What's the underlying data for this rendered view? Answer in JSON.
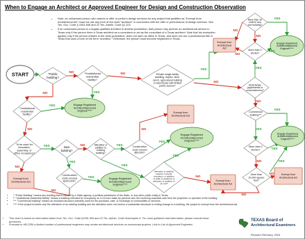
{
  "title": "When to Engage an Architect or Approved Engineer for Design and Construction Observation",
  "colors": {
    "box_fill": "#ffffff",
    "box_stroke": "#7a7a7a",
    "yes_fill": "#c8e6b8",
    "yes_stroke": "#3f7f2a",
    "no_fill": "#f6d3c9",
    "no_stroke": "#b23a1f",
    "yes_arrow": "#2e9e3a",
    "no_arrow": "#cc2a1a",
    "text": "#111111"
  },
  "notes": [
    "Note: an unlicensed person who wishes to offer or perform design services for any project that qualifies as \"Exempt from Architectural Act\" must not use any form of the word \"architect\" in connection with the offer or performance of design services. See Tex. Occ. Code § 1051.606 and 22 Tex. Admin. Code §1.123.",
    "If an unlicensed person is a legally qualified architect in another jurisdiction, that person may perform an architectural service in Texas only if the person hires a Texas architect as a consultant or act as the consultant of a Texas architect. Note that his exemption applies only if the person resides in the other jurisdiction, does not open an office in Texas, and does not use a professional title in Texas that uses a form of the term \"architect.\" Otherwise, the person must become registered in Texas."
  ],
  "labels": {
    "yes": "YES",
    "no": "NO"
  },
  "nodes": {
    "start": "START",
    "public": "*Public building?",
    "inst_top": "**Institutional residential facility?",
    "private": "Private single-family dwelling, duplex, farm, ranch, agricultural building or warehouse with limited public access?",
    "exempt_top": "Exempt from Architectural Act",
    "more16": "More than 16 units in any one building?",
    "more2a": "More than 2 stories?",
    "engage_tr": "Engage Registered Architect/Approved Engineer****",
    "inst_left": "**Institutional residential facility?",
    "engage_mid": "Engage Registered Architect/Approved Engineer****",
    "exempt_center": "Exempt from Architectural Act",
    "multi": "Multi-family (apartments or condominiums)?",
    "commercial": "Commercial building***",
    "education": "To be used for education, assembly, or office occupancy?",
    "new_bldg": "New building?",
    "alteration1": "Alteration or addition to existing building?",
    "construction1": "Construction costs exceed $50,000?",
    "engage_center": "Engage Registered Architect/Approved Engineer****",
    "engage_right": "Engage Registered Architect/Approved Engineer****",
    "more2b": "More than 2 stories?",
    "construction2": "Construction costs exceed $100,000?",
    "engage_bottom": "Engage Registered Architect/Approved Engineer****",
    "alteration2": "Alteration or addition requires removal, relocation, or addition of walls or partitions or alteration or addition of an exit?",
    "exempt_bl": "Exempt from Architectural Act",
    "exempt_bc": "Exempt from Architectural Act",
    "more20k": "More than 20,000 square feet?",
    "exempt_br": "Exempt from Architectural Act"
  },
  "definitions": [
    "* \"Public Building\" means any building that is owned by a State agency, a political subdivision of the State, or any other public entity in Texas.",
    "** \"Institutional residential facility\" means a building intended for occupancy on a 24-hour basis by persons who are receiving custodial care from the proprietor or operator of the building.",
    "*** \"Commercial building\" means an enclosed structure primarily used for the purchase, sale, or exchange of commodities or services.",
    "**** If the project involves only the alteration of an existing building and the alteration does not involve a substantial structural or exiting change to a building, the project is exempt from the architectural act."
  ],
  "footnotes": [
    "This chart is based on information taken from Tex. Occ. Code §1051.606 and 22 Tex. Admin. Code Subchapter K. For more guidance and information, please consult those provisions.",
    "Pursuant to HB 2284 a limited number of professional engineers may render architectural services on nonexempt projects. Link to List of Approved Engineers"
  ],
  "brand": {
    "line1": "TEXAS Board of",
    "line2": "Architectural Examiners",
    "revised": "Revised February, 2024"
  }
}
